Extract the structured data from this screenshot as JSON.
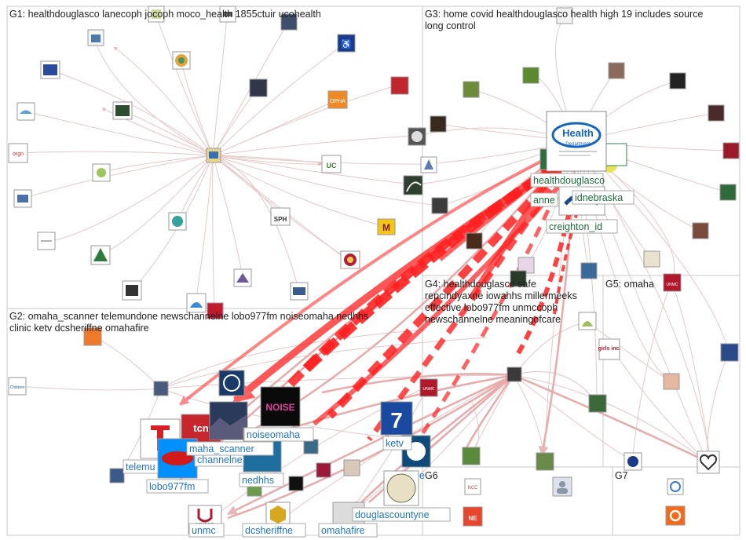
{
  "groups": [
    {
      "id": "G1",
      "label_lines": [
        "G1: healthdouglasco lanecoph jocoph moco_health 1855ctuir ucohealth"
      ]
    },
    {
      "id": "G3",
      "label_lines": [
        "G3: home covid healthdouglasco health high 19 includes source",
        "long control"
      ]
    },
    {
      "id": "G2",
      "label_lines": [
        "G2: omaha_scanner telemundone newschannelne lobo977fm noiseomaha nedhhs",
        "clinic ketv dcsheriffne omahafire"
      ]
    },
    {
      "id": "G4",
      "label_lines": [
        "G4: healthdouglasco safe",
        "repcindyaxne iowahhs millermeeks",
        "effective lobo977fm unmccoph",
        "newschannelne meaningofcare"
      ]
    },
    {
      "id": "G5",
      "label_lines": [
        "G5: omaha"
      ]
    },
    {
      "id": "G6",
      "label_lines": [
        "G6"
      ]
    },
    {
      "id": "G7",
      "label_lines": [
        "G7"
      ]
    }
  ],
  "node_labels": {
    "healthdouglasco": "healthdouglasco",
    "anne": "anne",
    "idnebraska": "idnebraska",
    "creighton_id": "creighton_id",
    "telemundone": "telemu",
    "newschannelne": "channelne",
    "omaha_scanner": "maha_scanner",
    "noiseomaha": "noiseomaha",
    "nedhhs": "nedhhs",
    "lobo977fm": "lobo977fm",
    "ketv": "ketv",
    "g6_partial": "e",
    "douglascountyne": "douglascountyne",
    "unmc": "unmc",
    "dcsheriffne": "dcsheriffne",
    "omahafire": "omahafire"
  },
  "logo_texts": {
    "health_dept_1": "Health",
    "health_dept_2": "Department",
    "noise": "NOISE",
    "ketv": "7",
    "unmc": "UNMC",
    "opha": "OPHA",
    "sph": "SPH",
    "uc": "UC",
    "girls_inc": "girls inc.",
    "tcn": "tcn"
  },
  "colors": {
    "edge_light": "#e7c3c3",
    "edge_strong": "#ff2020",
    "box_border": "#c8c8c8",
    "label_green": "#1e6b3b",
    "label_blue": "#1f75c4"
  }
}
